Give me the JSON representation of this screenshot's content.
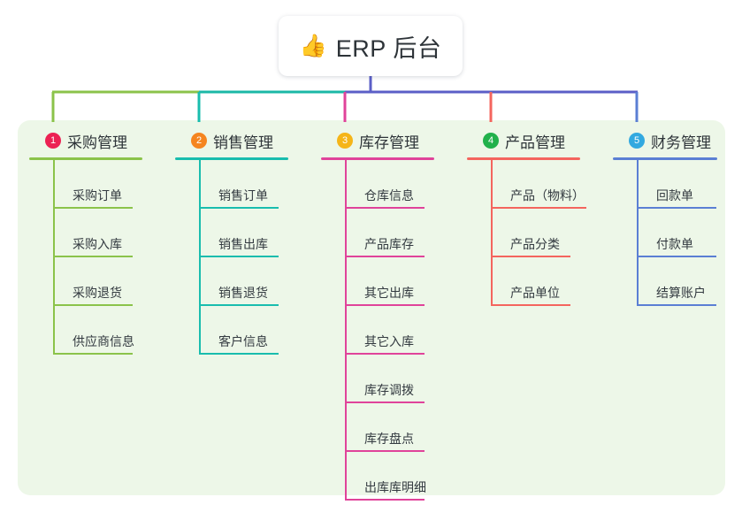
{
  "root": {
    "icon": "thumbs-up-emoji",
    "emoji": "👍",
    "title": "ERP 后台"
  },
  "palette": {
    "panel_background": "#edf7e8",
    "page_background": "#ffffff",
    "title_text": "#2d3338",
    "bus_left_green": "#8bc34a",
    "bus_teal": "#1bb8a6",
    "bus_indigo": "#5b5fc7"
  },
  "columns": [
    {
      "index": "1",
      "title": "采购管理",
      "badge_color": "#ec2153",
      "line_color": "#8bc34a",
      "stub_color": "#8bc34a",
      "items": [
        "采购订单",
        "采购入库",
        "采购退货",
        "供应商信息"
      ]
    },
    {
      "index": "2",
      "title": "销售管理",
      "badge_color": "#f5851f",
      "line_color": "#19bdae",
      "stub_color": "#19bdae",
      "items": [
        "销售订单",
        "销售出库",
        "销售退货",
        "客户信息"
      ]
    },
    {
      "index": "3",
      "title": "库存管理",
      "badge_color": "#f5b518",
      "line_color": "#e0439a",
      "stub_color": "#e0439a",
      "items": [
        "仓库信息",
        "产品库存",
        "其它出库",
        "其它入库",
        "库存调拨",
        "库存盘点",
        "出库库明细"
      ]
    },
    {
      "index": "4",
      "title": "产品管理",
      "badge_color": "#21b14b",
      "line_color": "#f4655e",
      "stub_color": "#f4655e",
      "items": [
        "产品（物料）",
        "产品分类",
        "产品单位"
      ]
    },
    {
      "index": "5",
      "title": "财务管理",
      "badge_color": "#32a9e0",
      "line_color": "#5b7fd4",
      "stub_color": "#5b7fd4",
      "items": [
        "回款单",
        "付款单",
        "结算账户"
      ]
    }
  ]
}
